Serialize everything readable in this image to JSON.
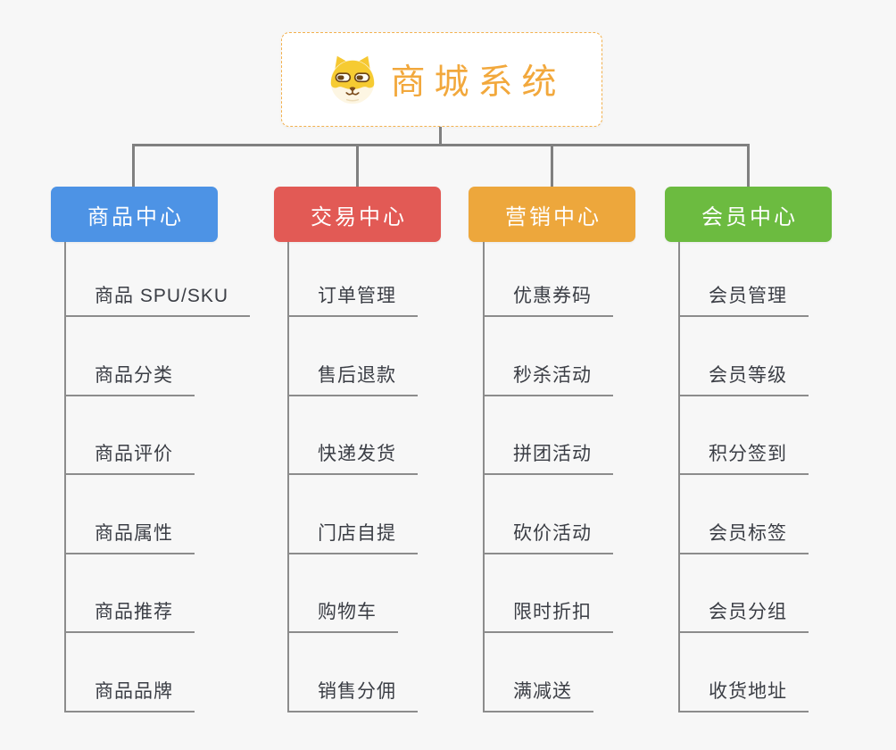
{
  "canvas": {
    "background": "#f7f7f7",
    "connector_color": "#808080",
    "underline_color": "#8c8c8c"
  },
  "root": {
    "label": "商城系统",
    "icon": "dog-face-icon",
    "text_color": "#f2a83c",
    "border_color": "#f3b14e"
  },
  "branches": [
    {
      "label": "商品中心",
      "color": "#4d93e5",
      "items": [
        "商品 SPU/SKU",
        "商品分类",
        "商品评价",
        "商品属性",
        "商品推荐",
        "商品品牌"
      ]
    },
    {
      "label": "交易中心",
      "color": "#e25a55",
      "items": [
        "订单管理",
        "售后退款",
        "快递发货",
        "门店自提",
        "购物车",
        "销售分佣"
      ]
    },
    {
      "label": "营销中心",
      "color": "#eda73c",
      "items": [
        "优惠券码",
        "秒杀活动",
        "拼团活动",
        "砍价活动",
        "限时折扣",
        "满减送"
      ]
    },
    {
      "label": "会员中心",
      "color": "#6cbb40",
      "items": [
        "会员管理",
        "会员等级",
        "积分签到",
        "会员标签",
        "会员分组",
        "收货地址"
      ]
    }
  ]
}
